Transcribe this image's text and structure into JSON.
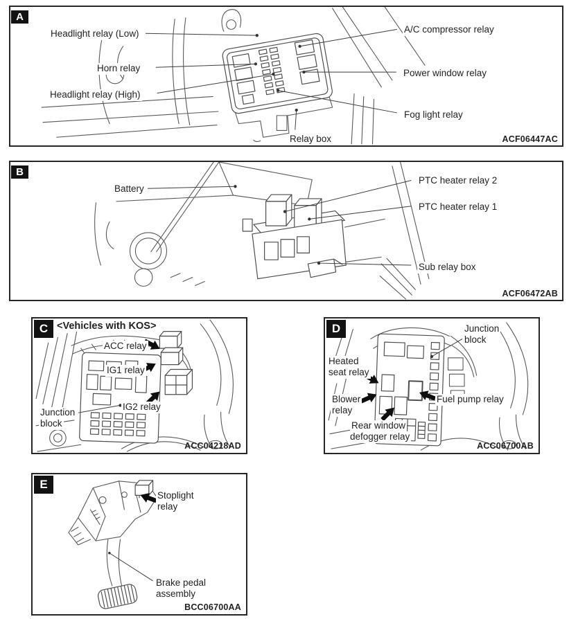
{
  "colors": {
    "page_background": "#ffffff",
    "panel_border": "#262626",
    "line_art": "#555555",
    "text": "#222222",
    "badge_background": "#121212",
    "badge_text": "#ffffff",
    "arrow": "#0e0e0e"
  },
  "panels": {
    "a": {
      "letter": "A",
      "code": "ACF06447AC",
      "labels": {
        "headlight_low": "Headlight relay (Low)",
        "horn": "Horn relay",
        "headlight_high": "Headlight relay (High)",
        "ac_compressor": "A/C compressor relay",
        "power_window": "Power window relay",
        "fog_light": "Fog light relay",
        "relay_box": "Relay box"
      }
    },
    "b": {
      "letter": "B",
      "code": "ACF06472AB",
      "labels": {
        "battery": "Battery",
        "ptc_heater_relay_2": "PTC heater relay 2",
        "ptc_heater_relay_1": "PTC heater relay 1",
        "sub_relay_box": "Sub relay box"
      }
    },
    "c": {
      "letter": "C",
      "heading": "<Vehicles with KOS>",
      "code": "ACC04218AD",
      "labels": {
        "acc_relay": "ACC relay",
        "ig1_relay": "IG1 relay",
        "ig2_relay": "IG2 relay",
        "junction_line1": "Junction",
        "junction_line2": "block"
      }
    },
    "d": {
      "letter": "D",
      "code": "ACC06700AB",
      "labels": {
        "junction_line1": "Junction",
        "junction_line2": "block",
        "heated_line1": "Heated",
        "heated_line2": "seat relay",
        "blower_line1": "Blower",
        "blower_line2": "relay",
        "fuel_pump": "Fuel pump relay",
        "defogger_line1": "Rear window",
        "defogger_line2": "defogger relay"
      }
    },
    "e": {
      "letter": "E",
      "code": "BCC06700AA",
      "labels": {
        "stoplight_line1": "Stoplight",
        "stoplight_line2": "relay",
        "brake_line1": "Brake pedal",
        "brake_line2": "assembly"
      }
    }
  }
}
